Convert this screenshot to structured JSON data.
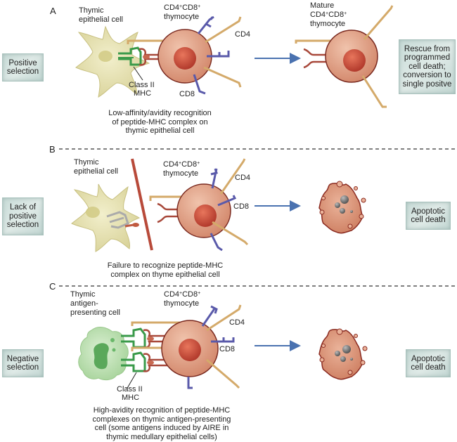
{
  "panels": [
    {
      "letter": "A",
      "outcome_label": "Positive selection",
      "presenting_cell_label": "Thymic epithelial cell",
      "thymocyte_label": "CD4+CD8+ thymocyte",
      "mhc_label": "Class II MHC",
      "cd4_label": "CD4",
      "cd8_label": "CD8",
      "caption": "Low-affinity/avidity recognition of peptide-MHC complex on thymic epithelial cell",
      "result_cell_label": "Mature CD4+CD8+ thymocyte",
      "result_label": "Rescue from programmed cell death; conversion to single positve"
    },
    {
      "letter": "B",
      "outcome_label": "Lack of positive selection",
      "presenting_cell_label": "Thymic epithelial cell",
      "thymocyte_label": "CD4+CD8+ thymocyte",
      "cd4_label": "CD4",
      "cd8_label": "CD8",
      "caption": "Failure to recognize peptide-MHC complex on thyme epithelial cell",
      "result_label": "Apoptotic cell death"
    },
    {
      "letter": "C",
      "outcome_label": "Negative selection",
      "presenting_cell_label": "Thymic antigen-presenting cell",
      "thymocyte_label": "CD4+CD8+ thymocyte",
      "mhc_label": "Class II MHC",
      "cd4_label": "CD4",
      "cd8_label": "CD8",
      "caption": "High-avidity recognition of peptide-MHC complexes on thymic antigen-presenting cell (some antigens induced by AIRE in thymic medullary epithelial cells)",
      "result_label": "Apoptotic cell death"
    }
  ],
  "colors": {
    "epithelial_cell": "#e8e3b0",
    "apc_cell": "#bfe0b5",
    "thymocyte": "#dc9a80",
    "nucleus": "#c8483a",
    "cd4": "#d4aa6a",
    "cd8": "#5a5aaa",
    "mhc": "#3a9a4a",
    "tcr": "#a8483a",
    "arrow": "#4a72b0",
    "box_bg": "#d4e4e0"
  }
}
